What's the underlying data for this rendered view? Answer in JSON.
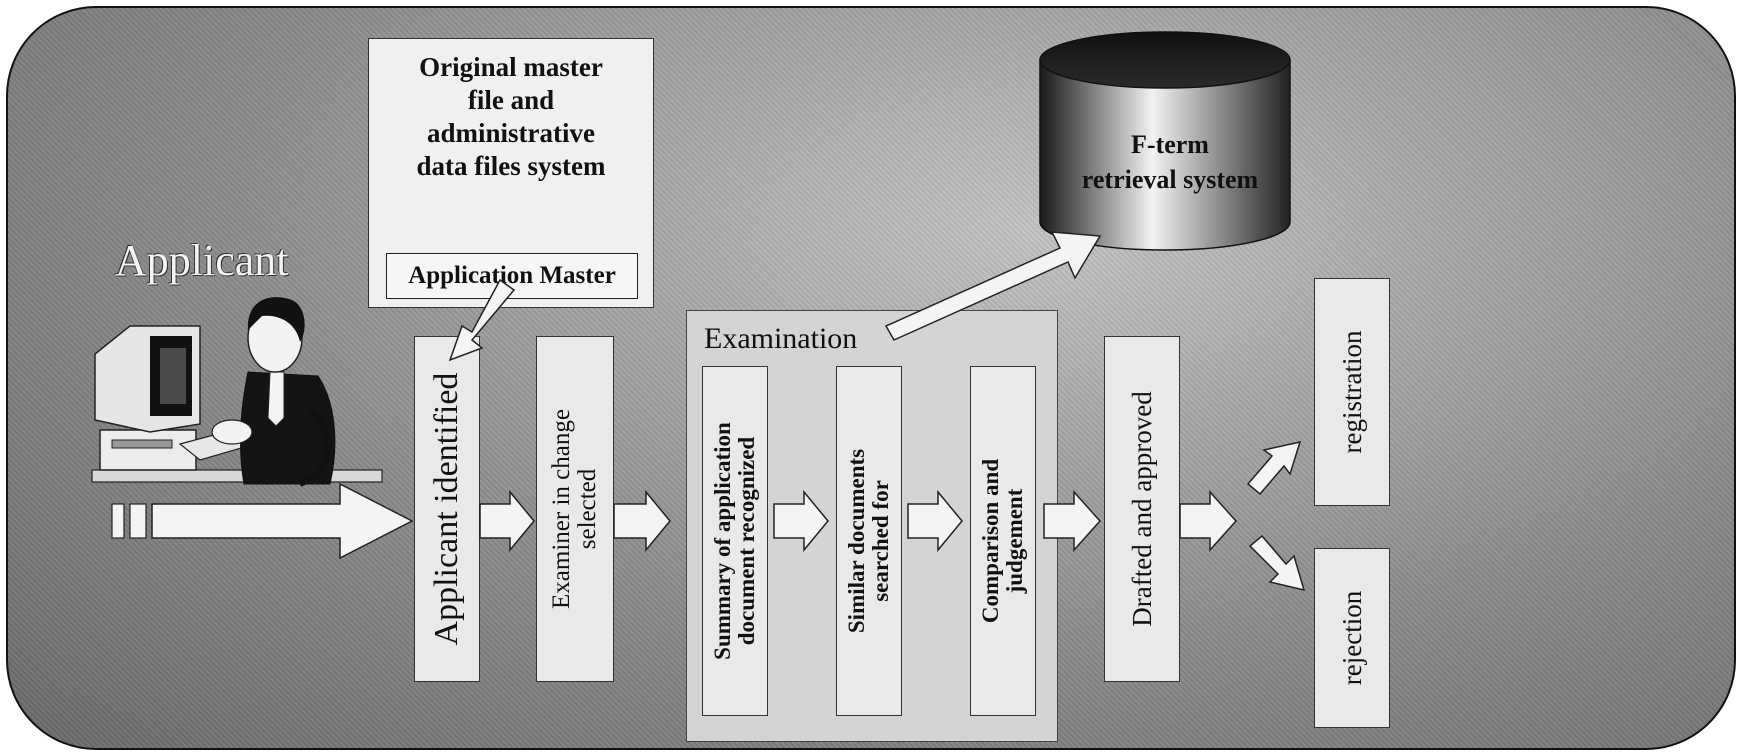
{
  "applicant": {
    "label": "Applicant"
  },
  "master_system": {
    "title_lines": [
      "Original master",
      "file and",
      "administrative",
      "data files system"
    ],
    "application_master": "Application Master"
  },
  "retrieval": {
    "line1": "F-term",
    "line2": "retrieval system"
  },
  "steps": {
    "applicant_identified": "Applicant identified",
    "examiner_line1": "Examiner in change",
    "examiner_line2": "selected",
    "examination_label": "Examination",
    "summary_line1": "Summary of application",
    "summary_line2": "document recognized",
    "similar_line1": "Similar documents",
    "similar_line2": "searched for",
    "comparison_line1": "Comparison and",
    "comparison_line2": "judgement",
    "drafted": "Drafted and approved"
  },
  "outcomes": {
    "registration": "registration",
    "rejection": "rejection"
  }
}
